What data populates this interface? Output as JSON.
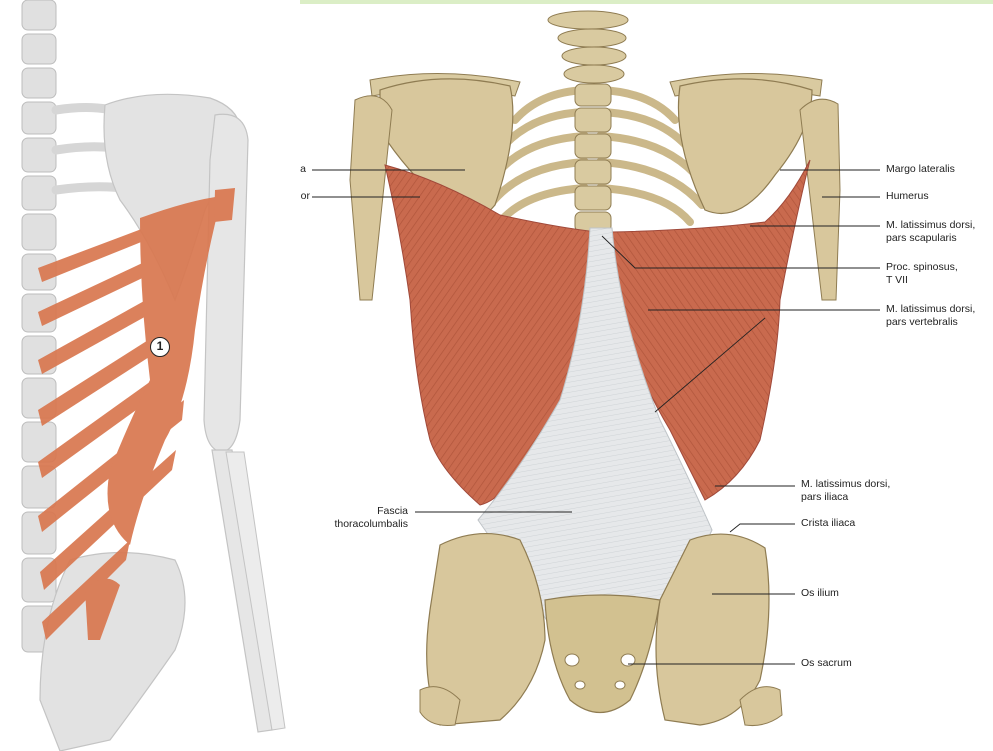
{
  "figure": {
    "left_panel": {
      "marker": "1"
    },
    "labels": {
      "left_a": "a",
      "left_or": "or",
      "margo_lateralis": "Margo lateralis",
      "humerus": "Humerus",
      "ld_scapularis": "M. latissimus dorsi,\npars scapularis",
      "proc_spinosus": "Proc. spinosus,\nT VII",
      "ld_vertebralis": "M. latissimus dorsi,\npars vertebralis",
      "ld_iliaca": "M. latissimus dorsi,\npars iliaca",
      "crista_iliaca": "Crista iliaca",
      "os_ilium": "Os ilium",
      "os_sacrum": "Os sacrum",
      "fascia": "Fascia\nthoracolumbalis"
    },
    "colors": {
      "muscle": "#c96a4e",
      "muscle_dark": "#a9523a",
      "bone": "#d8c9a0",
      "bone_dark": "#a9966a",
      "fascia": "#e4e6e8",
      "ghost_bone": "#e2e2e2",
      "highlight": "#d9774f",
      "accent_bar": "#dbeec6"
    }
  }
}
